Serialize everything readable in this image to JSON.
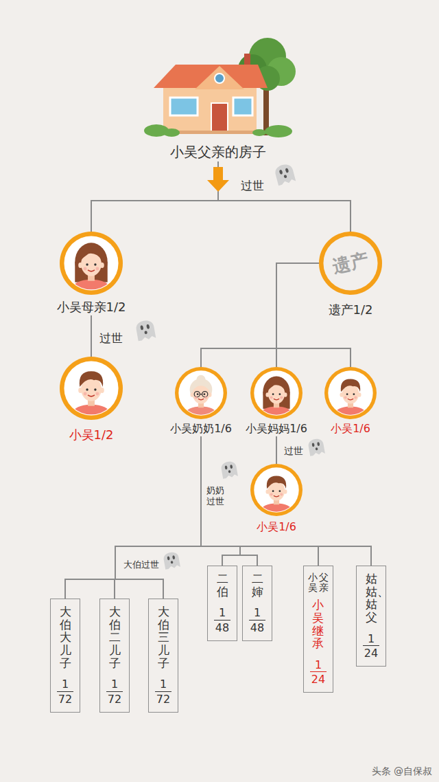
{
  "diagram": {
    "nodes": [
      {
        "text": [
          "小吴父亲的房子"
        ]
      },
      {
        "text": [
          "小吴母亲1/2"
        ]
      },
      {
        "text": [
          "遗产",
          "遗产1/2"
        ]
      },
      {
        "text": [
          "小吴1/2"
        ]
      },
      {
        "text": [
          "小吴奶奶1/6"
        ]
      },
      {
        "text": [
          "小吴妈妈1/6"
        ]
      },
      {
        "text": [
          "小吴1/6"
        ]
      },
      {
        "text": [
          "小吴1/6"
        ]
      },
      {
        "text": [
          "大伯大儿子",
          "1",
          "72"
        ]
      },
      {
        "text": [
          "大伯二儿子",
          "1",
          "72"
        ]
      },
      {
        "text": [
          "大伯三儿子",
          "1",
          "72"
        ]
      },
      {
        "text": [
          "二伯",
          "1",
          "48"
        ]
      },
      {
        "text": [
          "二婶",
          "1",
          "48"
        ]
      },
      {
        "text": [
          "小吴父亲",
          "小吴继承",
          "1",
          "24"
        ]
      },
      {
        "text": [
          "姑姑、姑父",
          "1",
          "24"
        ]
      }
    ],
    "edges": [
      {
        "from": 0,
        "to": 1,
        "arrow": "none",
        "label": "过世"
      },
      {
        "from": 0,
        "to": 2,
        "arrow": "none"
      },
      {
        "from": 1,
        "to": 3,
        "arrow": "none",
        "label": "过世"
      },
      {
        "from": 2,
        "to": 4,
        "arrow": "none"
      },
      {
        "from": 2,
        "to": 5,
        "arrow": "none"
      },
      {
        "from": 2,
        "to": 6,
        "arrow": "none"
      },
      {
        "from": 5,
        "to": 7,
        "arrow": "none",
        "label": "过世"
      },
      {
        "from": 4,
        "to": 8,
        "arrow": "none",
        "label": "奶奶过世"
      },
      {
        "from": 4,
        "to": 9,
        "arrow": "none",
        "label": "大伯过世"
      },
      {
        "from": 4,
        "to": 10,
        "arrow": "none"
      },
      {
        "from": 4,
        "to": 11,
        "arrow": "none"
      },
      {
        "from": 4,
        "to": 12,
        "arrow": "none"
      },
      {
        "from": 4,
        "to": 13,
        "arrow": "none"
      },
      {
        "from": 4,
        "to": 14,
        "arrow": "none"
      }
    ],
    "labels": [
      "头条 @自保叔"
    ]
  }
}
